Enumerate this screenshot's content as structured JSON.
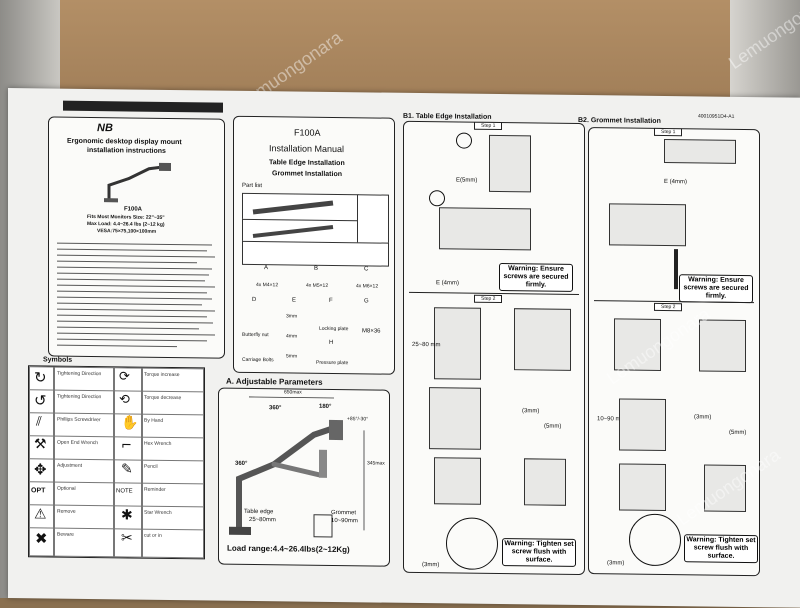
{
  "watermarks": [
    "Lemuongonara",
    "Lemuongonara",
    "Lemuongonara",
    "Lemuongonara"
  ],
  "brand": "NB",
  "left_panel": {
    "title_line1": "Ergonomic desktop display mount",
    "title_line2": "installation instructions",
    "model": "F100A",
    "specs": [
      "Fits Most Monitors Size: 22\"~35\"",
      "Max Load: 4.4~26.4 lbs (2~12 kg)",
      "VESA:75×75,100×100mm"
    ],
    "symbols_title": "Symbols",
    "symbol_labels": [
      "Tightening Direction",
      "Torque increase",
      "Tightening Direction",
      "Torque decrease",
      "Phillips Screwdriver",
      "By Hand",
      "Open End Wrench",
      "Hex Wrench",
      "Adjustment",
      "Pencil",
      "Optional",
      "Reminder",
      "Remove",
      "Star Wrench",
      "Beware",
      "cut or in"
    ],
    "opt_label": "OPT",
    "note_label": "NOTE"
  },
  "center_panel": {
    "model": "F100A",
    "title": "Installation Manual",
    "sub1": "Table Edge Installation",
    "sub2": "Grommet Installation",
    "part_list": "Part list",
    "parts": [
      "A",
      "B",
      "C",
      "D",
      "E",
      "F",
      "G",
      "H"
    ],
    "part_qty": [
      "4x M4×12",
      "4x M5×12",
      "4x M6×12"
    ],
    "part_names": [
      "Butterfly nut",
      "Carriage Bolts",
      "Locking plate",
      "Pressure plate",
      "M8×36"
    ],
    "hex_sizes": [
      "3mm",
      "4mm",
      "5mm"
    ],
    "adj_title": "A. Adjustable Parameters",
    "reach": "650max",
    "rot1": "360°",
    "rot2": "180°",
    "tilt": "+85°/-30°",
    "height": "345max",
    "rot3": "360°",
    "table_edge": "Table edge",
    "table_edge_range": "25~80mm",
    "grommet": "Grommet",
    "grommet_range": "10~90mm",
    "load": "Load range:4.4~26.4lbs(2~12Kg)"
  },
  "b1": {
    "title": "B1. Table Edge Installation",
    "step1": "Step 1",
    "step2": "Step 2",
    "e5": "E(5mm)",
    "e4": "E (4mm)",
    "range": "25~80 mm",
    "e3": "(3mm)",
    "e5b": "(5mm)",
    "warn1": "Warning: Ensure screws are secured firmly.",
    "warn2": "Warning: Tighten set screw flush with surface."
  },
  "b2": {
    "title": "B2. Grommet Installation",
    "code": "40010951D4-A1",
    "step1": "Step 1",
    "step2": "Step 2",
    "e4": "E (4mm)",
    "range": "10~90 mm",
    "e3": "(3mm)",
    "e5": "(5mm)",
    "warn1": "Warning: Ensure screws are secured firmly.",
    "warn2": "Warning: Tighten set screw flush with surface."
  }
}
